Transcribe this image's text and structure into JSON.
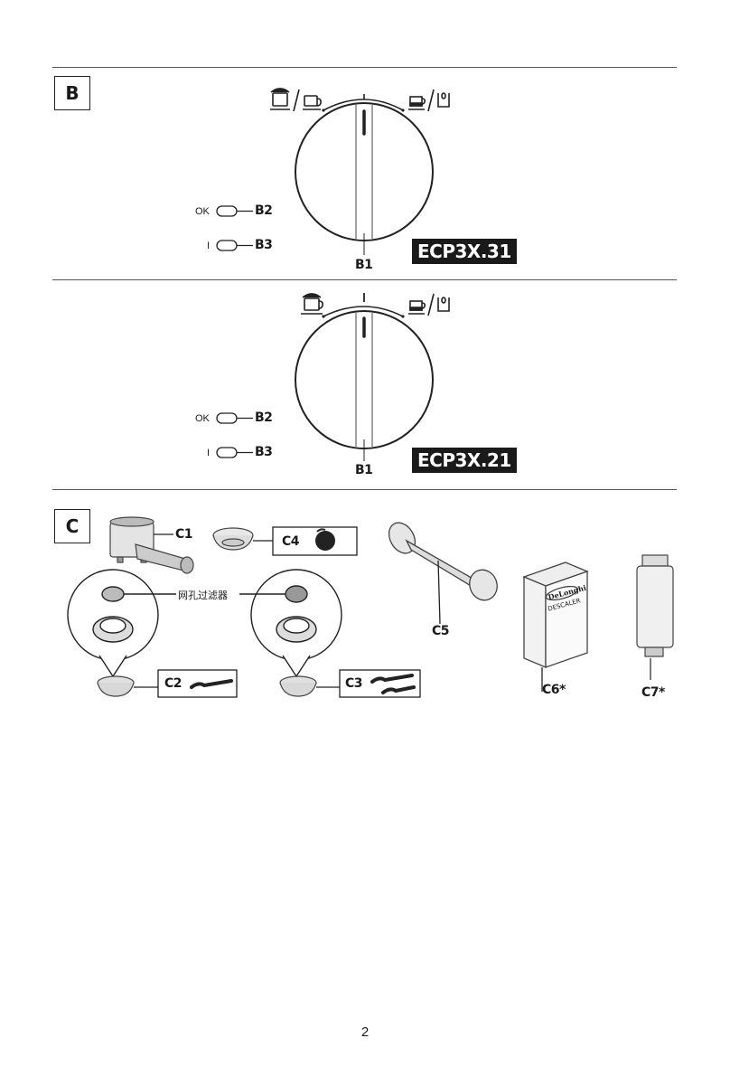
{
  "section_b": {
    "label": "B",
    "panel1": {
      "model": "ECP3X.31",
      "b1": "B1",
      "b2": "B2",
      "b3": "B3",
      "ok": "OK",
      "one": "I"
    },
    "panel2": {
      "model": "ECP3X.21",
      "b1": "B1",
      "b2": "B2",
      "b3": "B3",
      "ok": "OK",
      "one": "I"
    }
  },
  "section_c": {
    "label": "C",
    "c1": "C1",
    "c2": "C2",
    "c3": "C3",
    "c4": "C4",
    "c5": "C5",
    "c6": "C6*",
    "c7": "C7*",
    "filter_note": "网孔过滤器",
    "brand": "DeLonghi",
    "descaler": "DESCALER"
  },
  "page_number": "2"
}
